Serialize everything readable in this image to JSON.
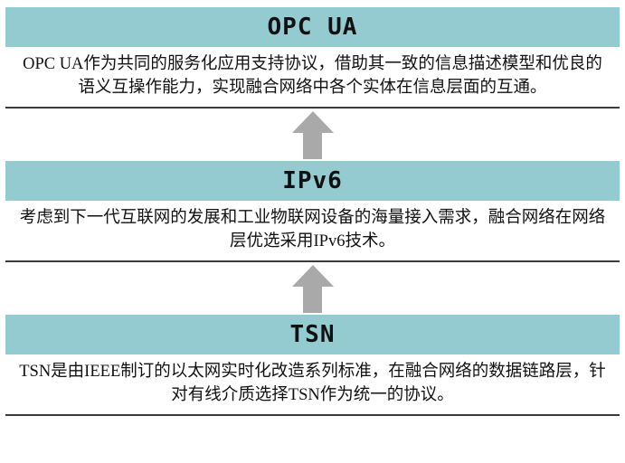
{
  "diagram": {
    "header_color": "#93cbd1",
    "arrow_color": "#a9a9a9",
    "rule_color": "#3a3a3a",
    "sections": [
      {
        "title": "OPC UA",
        "body": "OPC UA作为共同的服务化应用支持协议，借助其一致的信息描述模型和优良的语义互操作能力，实现融合网络中各个实体在信息层面的互通。"
      },
      {
        "title": "IPv6",
        "body": "考虑到下一代互联网的发展和工业物联网设备的海量接入需求，融合网络在网络层优选采用IPv6技术。"
      },
      {
        "title": "TSN",
        "body": "TSN是由IEEE制订的以太网实时化改造系列标准，在融合网络的数据链路层，针对有线介质选择TSN作为统一的协议。"
      }
    ]
  }
}
